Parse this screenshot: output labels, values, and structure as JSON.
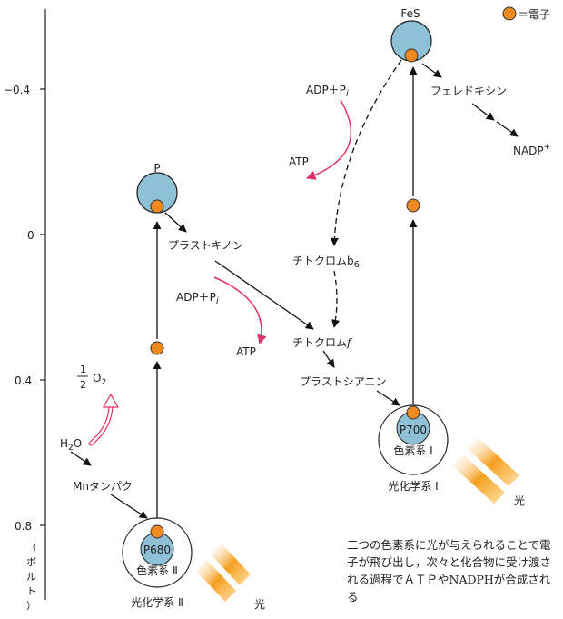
{
  "legend": {
    "label": "＝電子",
    "electron_color": "#f08a1e"
  },
  "axis": {
    "ticks": [
      "−0.4",
      "0",
      "0.4",
      "0.8"
    ],
    "unit_chars": [
      "（",
      "ボ",
      "ル",
      "ト",
      "）"
    ]
  },
  "nodes": {
    "fes": "FeS",
    "p": "P",
    "p700": "P700",
    "p680": "P680",
    "pigment1": "色素系 Ⅰ",
    "pigment2": "色素系 Ⅱ",
    "photo1": "光化学系 Ⅰ",
    "photo2": "光化学系 Ⅱ"
  },
  "labels": {
    "ferredoxin": "フェレドキシン",
    "nadp": "NADP",
    "nadp_sup": "+",
    "adp_top": "ADP＋P",
    "adp_top_sub": "i",
    "atp_top": "ATP",
    "plastoquinone": "プラストキノン",
    "adp_mid": "ADP＋P",
    "adp_mid_sub": "i",
    "atp_mid": "ATP",
    "cytb6": "チトクロムb",
    "cytb6_sub": "6",
    "cytf": "チトクロム",
    "cytf_italic": "f",
    "plastocyanin": "プラストシアニン",
    "h2o": "H",
    "h2o_sub": "2",
    "h2o_end": "O",
    "half_num": "1",
    "half_den": "2",
    "o2": "O",
    "o2_sub": "2",
    "mn_protein": "Mnタンパク",
    "light1": "光",
    "light2": "光"
  },
  "caption": "二つの色素系に光が与えられることで電子が飛び出し，次々と化合物に受け渡される過程でＡＴＰやNADPHが合成される",
  "colors": {
    "blue": "#8fc1d6",
    "pink": "#e0306e",
    "light_orange": "#f5a020"
  }
}
